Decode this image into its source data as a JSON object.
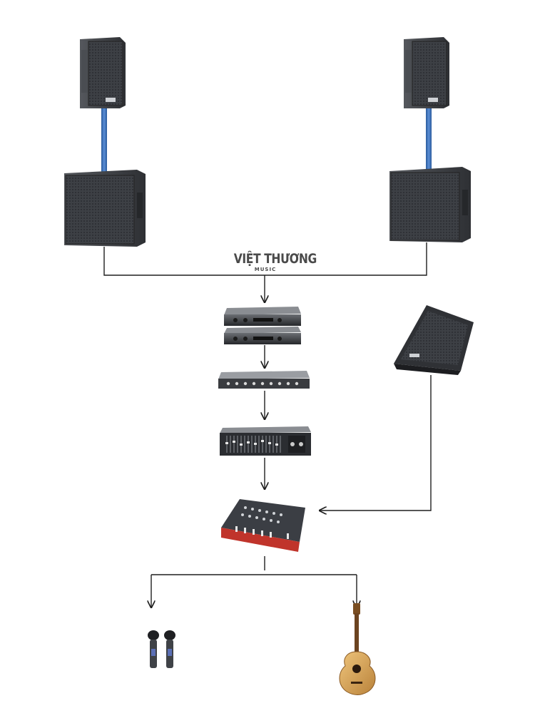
{
  "logo": {
    "main": "VIỆT THƯƠNG",
    "sub": "MUSIC"
  },
  "colors": {
    "wire": "#1e1e1e",
    "pole": "#3a6fb5",
    "cabinet": "#3b3e43",
    "rack": "#2a2c30",
    "mixer_accent": "#c0342b",
    "guitar_body": "#d9a85a"
  },
  "devices": [
    {
      "id": "top-speaker-left",
      "icon": "full-range-speaker"
    },
    {
      "id": "subwoofer-left",
      "icon": "subwoofer"
    },
    {
      "id": "top-speaker-right",
      "icon": "full-range-speaker"
    },
    {
      "id": "subwoofer-right",
      "icon": "subwoofer"
    },
    {
      "id": "power-amplifiers",
      "icon": "power-amplifier"
    },
    {
      "id": "crossover",
      "icon": "crossover-processor"
    },
    {
      "id": "equalizer",
      "icon": "graphic-equalizer"
    },
    {
      "id": "stage-monitor",
      "icon": "floor-monitor-speaker"
    },
    {
      "id": "mixer",
      "icon": "mixing-console"
    },
    {
      "id": "microphones",
      "icon": "dynamic-microphone"
    },
    {
      "id": "guitar",
      "icon": "acoustic-guitar"
    }
  ]
}
